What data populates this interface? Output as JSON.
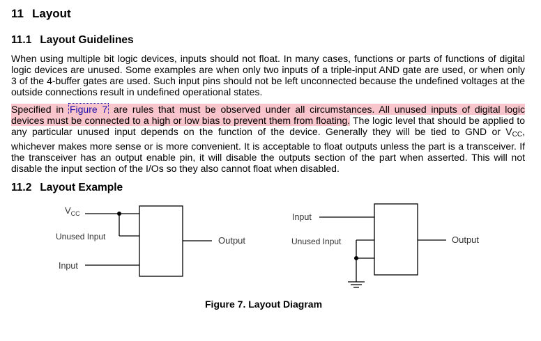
{
  "section": {
    "number": "11",
    "title": "Layout"
  },
  "guidelines": {
    "number": "11.1",
    "title": "Layout Guidelines",
    "para1": "When using multiple bit logic devices, inputs should not float. In many cases, functions or parts of functions of digital logic devices are unused. Some examples are when only two inputs of a triple-input AND gate are used, or when only 3 of the 4-buffer gates are used. Such input pins should not be left unconnected because the undefined voltages at the outside connections result in undefined operational states.",
    "para2": {
      "hl_before": "Specified in ",
      "link": "Figure 7",
      "hl_after": " are rules that must be observed under all circumstances. All unused inputs of digital logic devices must be connected to a high or low bias to prevent them from floating.",
      "rest_a": " The logic level that should be applied to any particular unused input depends on the function of the device. Generally they will be tied to GND or V",
      "vcc_sub": "CC",
      "rest_b": ", whichever makes more sense or is more convenient. It is acceptable to float outputs unless the part is a transceiver. If the transceiver has an output enable pin, it will disable the outputs section of the part when asserted. This will not disable the input section of the I/Os so they also cannot float when disabled."
    }
  },
  "example": {
    "number": "11.2",
    "title": "Layout Example"
  },
  "diagram_left": {
    "vcc_main": "V",
    "vcc_sub": "CC",
    "unused_input": "Unused Input",
    "input": "Input",
    "output": "Output"
  },
  "diagram_right": {
    "input": "Input",
    "unused_input": "Unused Input",
    "output": "Output"
  },
  "figure_caption": "Figure 7.  Layout Diagram"
}
